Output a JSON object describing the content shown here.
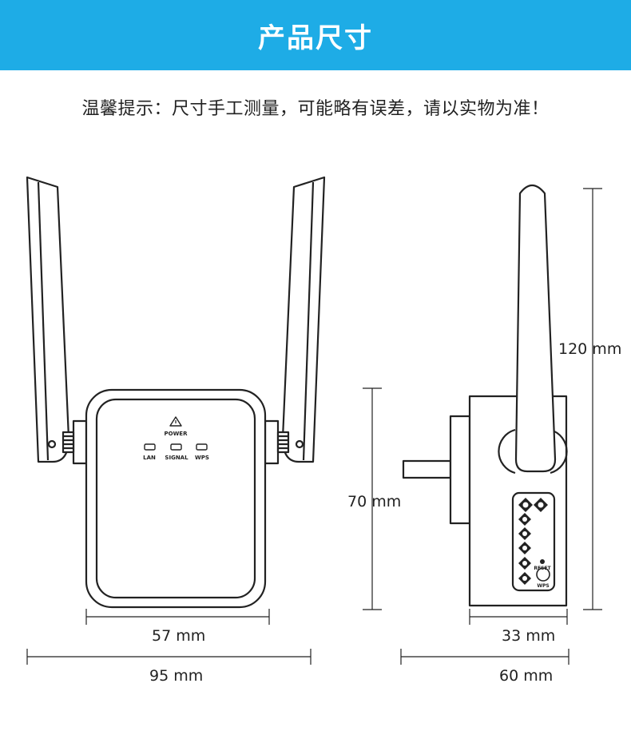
{
  "header": {
    "title": "产品尺寸"
  },
  "notice": "温馨提示：尺寸手工测量，可能略有误差，请以实物为准！",
  "front_view": {
    "indicators": {
      "power": "POWER",
      "lan": "LAN",
      "signal": "SIGNAL",
      "wps": "WPS"
    },
    "dims": {
      "body_width": "57 mm",
      "total_width": "95 mm"
    }
  },
  "side_view": {
    "buttons": {
      "reset": "RESET",
      "wps": "WPS"
    },
    "dims": {
      "antenna_height": "120 mm",
      "body_height": "70 mm",
      "body_depth": "33 mm",
      "total_depth": "60 mm"
    }
  },
  "colors": {
    "header_bg": "#1eace6",
    "line": "#222222"
  }
}
